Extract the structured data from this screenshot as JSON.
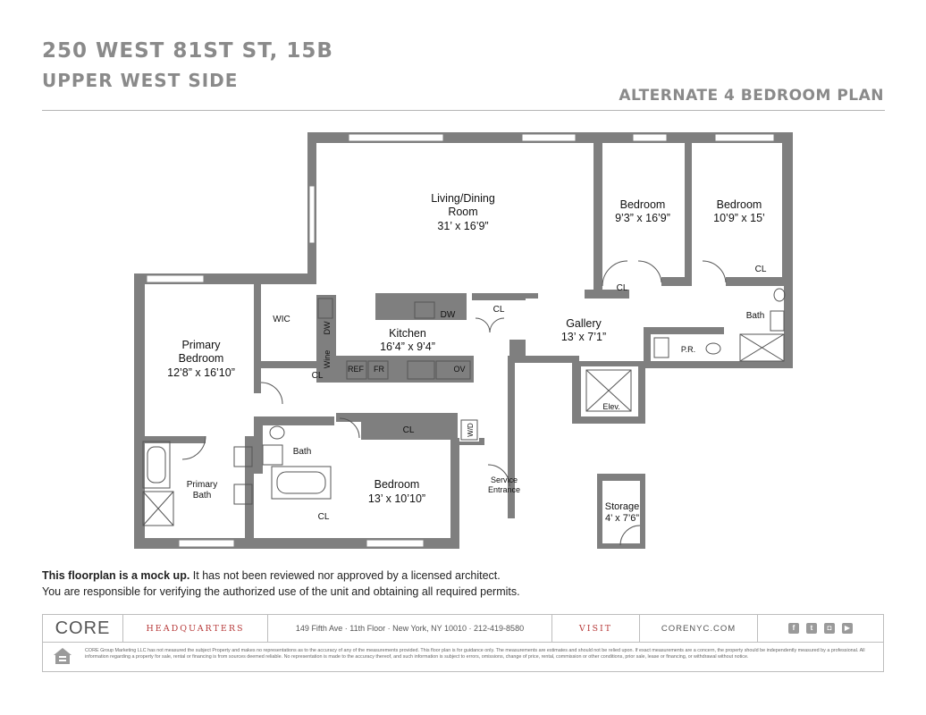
{
  "header": {
    "address": "250 WEST 81ST ST, 15B",
    "neighborhood": "UPPER WEST SIDE",
    "plan_name": "ALTERNATE 4 BEDROOM PLAN"
  },
  "rooms": {
    "living_dining": {
      "line1": "Living/Dining",
      "line2": "Room",
      "size": "31’ x 16’9”"
    },
    "bedroom_a": {
      "name": "Bedroom",
      "size": "9’3” x 16’9”"
    },
    "bedroom_b": {
      "name": "Bedroom",
      "size": "10’9” x 15’"
    },
    "primary_bedroom": {
      "line1": "Primary",
      "line2": "Bedroom",
      "size": "12’8” x 16’10”"
    },
    "kitchen": {
      "name": "Kitchen",
      "size": "16’4” x 9’4”"
    },
    "gallery": {
      "name": "Gallery",
      "size": "13’ x 7’1”"
    },
    "bedroom_c": {
      "name": "Bedroom",
      "size": "13’ x 10’10”"
    },
    "primary_bath": {
      "line1": "Primary",
      "line2": "Bath"
    },
    "bath_mid": {
      "name": "Bath"
    },
    "bath_east": {
      "name": "Bath"
    },
    "storage": {
      "name": "Storage",
      "size": "4’ x 7’6”"
    },
    "service_entrance": {
      "line1": "Service",
      "line2": "Entrance"
    }
  },
  "fixtures": {
    "wic": "WIC",
    "cl": "CL",
    "dw": "DW",
    "wine": "Wine",
    "ref": "REF",
    "fr": "FR",
    "ov": "OV",
    "pr": "P.R.",
    "elev": "Elev.",
    "wd": "W/D"
  },
  "disclaimer": {
    "line1_bold": "This floorplan is a mock up.",
    "line1_rest": " It has not been reviewed nor approved by a licensed architect.",
    "line2": "You are responsible for verifying the authorized use of the unit and obtaining all required permits."
  },
  "footer": {
    "logo": "CORE",
    "headquarters_label": "HEADQUARTERS",
    "address": "149 Fifth Ave · 11th Floor · New York, NY 10010 · 212-419-8580",
    "visit_label": "VISIT",
    "website": "CORENYC.COM",
    "social_icons": [
      "facebook-icon",
      "twitter-icon",
      "instagram-icon",
      "youtube-icon"
    ],
    "legal": "CORE Group Marketing LLC has not measured the subject Property and makes no representations as to the accuracy of any of the measurements provided. This floor plan is for guidance only. The measurements are estimates and should not be relied upon. If exact measurements are a concern, the property should be independently measured by a professional. All information regarding a property for sale, rental or financing is from sources deemed reliable. No representation is made to the accuracy thereof, and such information is subject to errors, omissions, change of price, rental, commission or other conditions, prior sale, lease or financing, or withdrawal without notice."
  },
  "colors": {
    "wall": "#7f7f7f",
    "title_gray": "#8a8a8a",
    "accent_red": "#b73a3a"
  }
}
